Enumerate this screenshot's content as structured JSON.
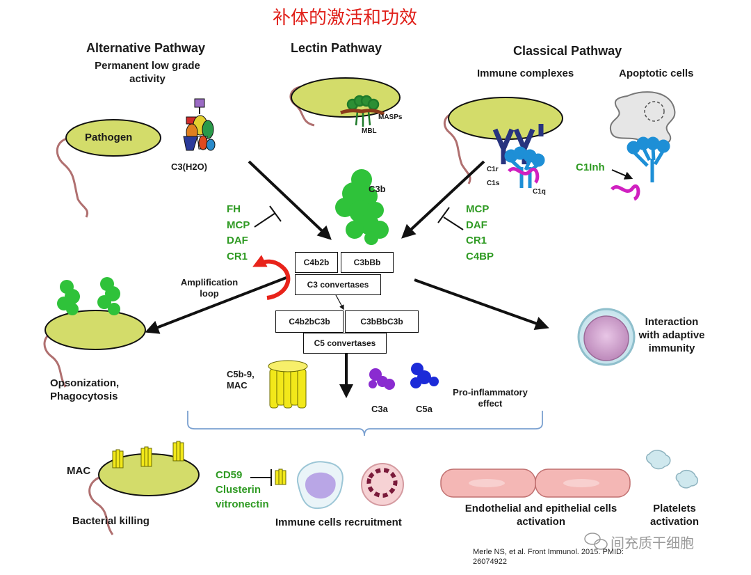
{
  "title": "补体的激活和功效",
  "pathways": {
    "alternative": {
      "name": "Alternative Pathway",
      "subtitle_line1": "Permanent low grade",
      "subtitle_line2": "activity",
      "pathogen_label": "Pathogen",
      "c3_label": "C3(H2O)"
    },
    "lectin": {
      "name": "Lectin Pathway",
      "masps_label": "MASPs",
      "mbl_label": "MBL"
    },
    "classical": {
      "name": "Classical Pathway",
      "immune_complexes": "Immune complexes",
      "apoptotic_cells": "Apoptotic cells",
      "c1r": "C1r",
      "c1s": "C1s",
      "c1q": "C1q",
      "c1inh": "C1Inh"
    }
  },
  "regulators": {
    "left": [
      "FH",
      "MCP",
      "DAF",
      "CR1"
    ],
    "right": [
      "MCP",
      "DAF",
      "CR1",
      "C4BP"
    ]
  },
  "core": {
    "c3b_label": "C3b",
    "c4b2b": "C4b2b",
    "c3bbb": "C3bBb",
    "c3_convertases": "C3 convertases",
    "c4b2bc3b": "C4b2bC3b",
    "c3bbbc3b": "C3bBbC3b",
    "c5_convertases": "C5 convertases",
    "amplification_line1": "Amplification",
    "amplification_line2": "loop"
  },
  "effects": {
    "opsonization_line1": "Opsonization,",
    "opsonization_line2": "Phagocytosis",
    "adaptive_line1": "Interaction",
    "adaptive_line2": "with adaptive",
    "adaptive_line3": "immunity",
    "mac_line1": "C5b-9,",
    "mac_line2": "MAC",
    "c3a": "C3a",
    "c5a": "C5a",
    "proinflammatory_line1": "Pro-inflammatory",
    "proinflammatory_line2": "effect"
  },
  "bottom": {
    "mac": "MAC",
    "bacterial_killing": "Bacterial killing",
    "cd59": "CD59",
    "clusterin": "Clusterin",
    "vitronectin": "vitronectin",
    "immune_recruitment": "Immune cells recruitment",
    "endothelial_line1": "Endothelial and epithelial cells",
    "endothelial_line2": "activation",
    "platelets_line1": "Platelets",
    "platelets_line2": "activation"
  },
  "citation_line1": "Merle NS, et al. Front Immunol. 2015. PMID:",
  "citation_line2": "26074922",
  "watermark": "间充质干细胞",
  "colors": {
    "title_red": "#e0201a",
    "regulator_green": "#2e9a22",
    "pathogen_fill": "#d3dc6a",
    "protein_green": "#2fc23a",
    "antibody_navy": "#27337f",
    "c1q_blue": "#1e8fd6",
    "c1_magenta": "#d020c0",
    "mac_yellow": "#f2e81a",
    "c3a_purple": "#8a2bd0",
    "c5a_blue": "#1c2bd8",
    "endothelium_pink": "#f4b7b5",
    "amplification_red": "#e8231a"
  }
}
